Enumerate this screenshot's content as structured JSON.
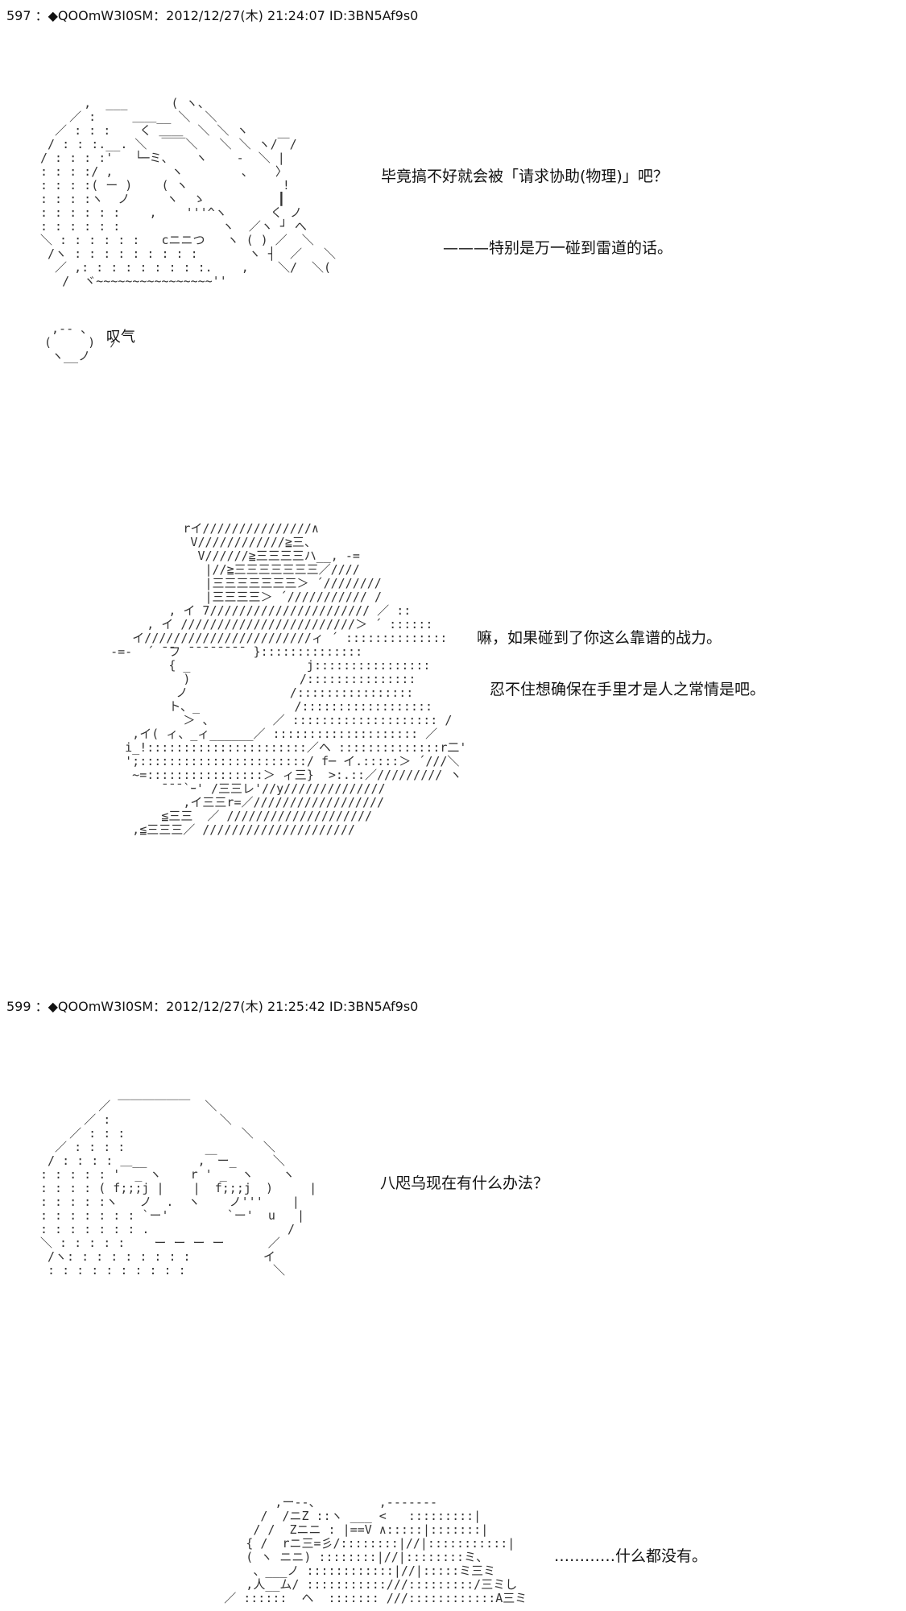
{
  "posts": [
    {
      "header": "597 ：◆QOOmW3I0SM：2012/12/27(木) 21:24:07 ID:3BN5Af9s0",
      "dialogue": [
        "毕竟搞不好就会被「请求协助(物理)」吧？",
        "———特别是万一碰到雷道的话。",
        "嘛，如果碰到了你这么靠谱的战力。",
        "忍不住想确保在手里才是人之常情是吧。"
      ],
      "sfx": "叹气"
    },
    {
      "header": "599 ：◆QOOmW3I0SM：2012/12/27(木) 21:25:42 ID:3BN5Af9s0",
      "dialogue": [
        "八咫乌现在有什么办法？",
        "…………什么都没有。"
      ]
    }
  ],
  "art": {
    "face1": [
      "      ,  ___      ( ヽ、",
      "    ／ :     ＿＿__ ＼  ＼",
      "  ／ : : :    く ＿＿  ＼ ＼ ヽ",
      " / : : :.__. ＼  ￣￣＼   ＼ ＼ ヽ/￣/",
      "/ : : : :'   └─ミ、   ヽ    -  ＼ |",
      ": : : :/ ,        ヽ        、   〉",
      ": : : :( ー )    ( ヽ             !",
      ": : : :ヽ  ノ     ヽ  ゝ          ┃",
      ": : : : : :    ,    '''^ヽ      く ノ",
      ": : : : : :              ヽ  ／ヽ ┘ へ",
      "＼ : : : : : :   cニニつ   ヽ ( ) ／  ＼",
      " /ヽ : : : : : : : : :       ヽ ┤  ／   ＼",
      "  ／ ,: : : : : : : : :.    ,    ＼/  ＼(",
      "   /  ヾ~~~~~~~~~~~~~~~~''"
    ],
    "puff": [
      " ,-- 、",
      "(     )  〉",
      " ヽ__ノ"
    ],
    "hat_figure": [
      "             rイ///////////////∧",
      "              V////////////≧三、",
      "               V//////≧三三三三ハ__, -=",
      "                |//≧三三三三三三三／////",
      "                |三三三三三三三＞ ´////////",
      "                |三三三三＞ ´/////////// /",
      "           , イ 7////////////////////// ／ ::",
      "        , イ ////////////////////////＞ ´ ::::::",
      "      イ///////////////////////ィ ´ ::::::::::::::",
      "   -=-  ´ ̄ ̄フ ̄ ̄ ̄ ̄ ̄ ̄ ̄ ̄  }::::::::::::::",
      "           { _                j::::::::::::::::",
      "             )               /:::::::::::::::",
      "            ノ              /::::::::::::::::",
      "           ト、_             /::::::::::::::::::",
      "             ＞ 、        ／ :::::::::::::::::::: /",
      "      ,イ( ィ、_ィ______／ :::::::::::::::::::: ／",
      "     i_!::::::::::::::::::::::／ヘ ::::::::::::::r二'",
      "     ';:::::::::::::::::::::::/ f─ イ.:::::＞ ´///＼",
      "      ~=::::::::::::::::＞ ィ三}  >:.::／///////// ヽ",
      "          ̄ ̄ ̄ `ｰ' /三三レ'//y//////////////",
      "             ,イ三三r=／//////////////////",
      "          ≦三三  ／ ////////////////////",
      "      ,≦三三三／ /////////////////////"
    ],
    "face2": [
      "        ／ ￣￣￣￣￣￣  ＼",
      "      ／ :               ＼",
      "    ／ : : :                ＼",
      "  ／ : : : :                   ＼",
      " / : : : : ＿__       ,￣ー_     ＼",
      ": : : : : '  _ ヽ    r ' _  ヽ    ヽ",
      ": : : : ( f;;;j |    |  f;;;j  )     |",
      ": : : : :ヽ   ノ  .  ヽ    ノ'''    |",
      ": : : : : : : `ー'        `ー'  u   |",
      ": : : : : : : .                   /",
      "＼ : : : : :    ー ー ー ー      ／",
      " /ヽ: : : : : : : : :          イ",
      " : : : : : : : : : :            ＼"
    ],
    "hat_figure2": [
      "              ,ー--、        ,-------",
      "            /  /ニZ ::ヽ ___ <   :::::::::|",
      "           / /  Zニニ : |==V ∧:::::|:::::::|",
      "          { /  rニ三=彡/::::::::|//|:::::::::::|",
      "          ( ヽ ニニ) ::::::::|//|::::::::ミ、",
      "           、___ノ ::::::::::::|//|:::::ミ三ミ",
      "          ,人__ム/ :::::::::::///:::::::::/三ミし",
      "       ／ ::::::  ヘ  ::::::: ///::::::::::::A三ミ"
    ]
  }
}
